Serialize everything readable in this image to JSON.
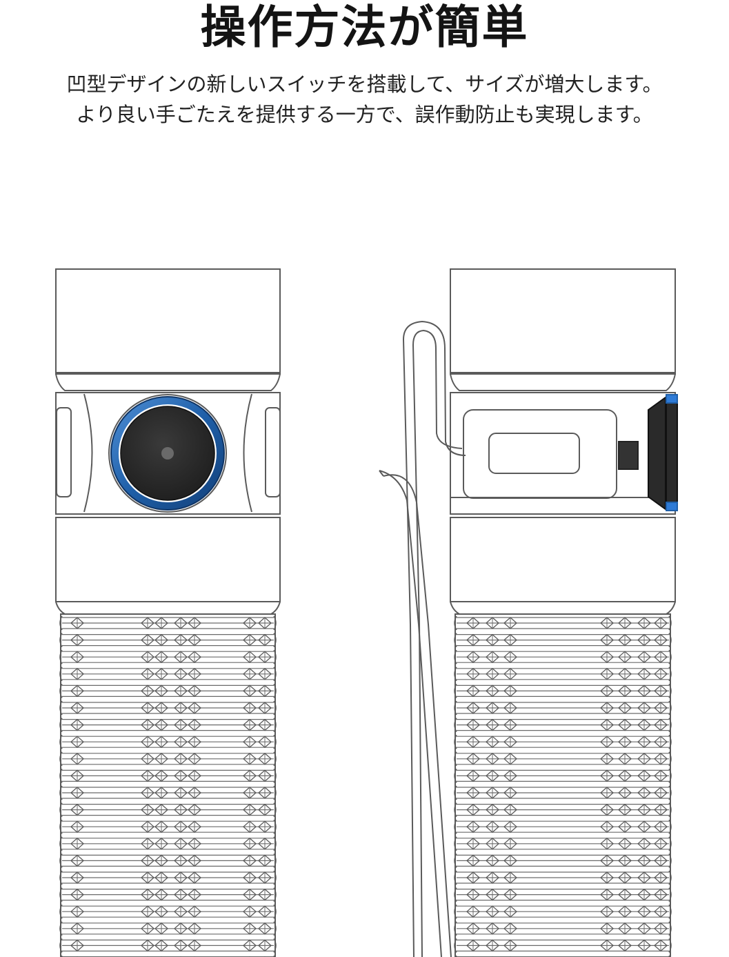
{
  "header": {
    "title": "操作方法が簡単",
    "description_line1": "凹型デザインの新しいスイッチを搭載して、サイズが増大します。",
    "description_line2": "より良い手ごたえを提供する一方で、誤作動防止も実現します。"
  },
  "colors": {
    "outline": "#5a5a5a",
    "switch_ring": "#1f5fa8",
    "switch_body": "#2b2b2b",
    "background": "#ffffff"
  },
  "illustration": {
    "left_view": "flashlight-front-switch-view",
    "right_view": "flashlight-side-clip-view"
  }
}
